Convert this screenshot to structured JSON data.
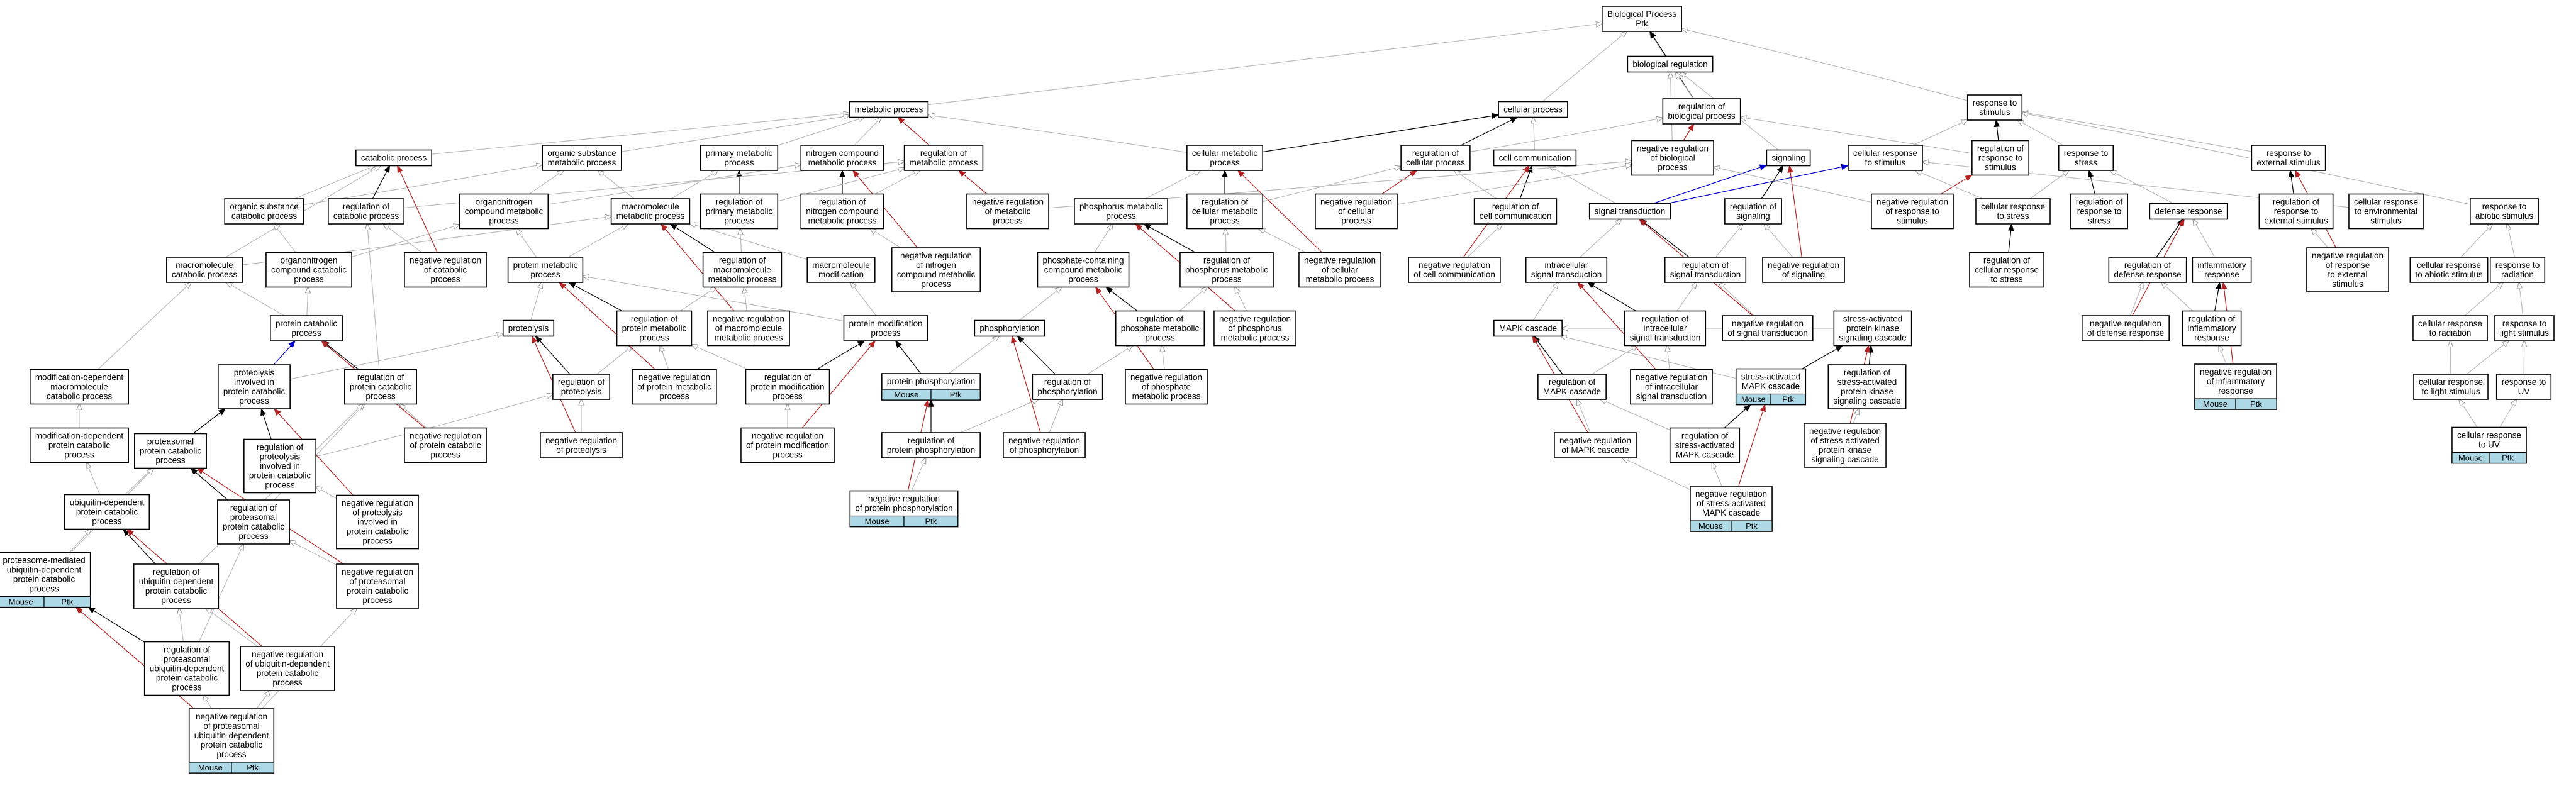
{
  "colors": {
    "is_a": "#bbbbbb",
    "part_of": "#000000",
    "negatively_regulates": "#b22222",
    "positively_regulates": "#0000cc",
    "tag_fill": "#add8e6"
  },
  "nodes": [
    {
      "id": "bp",
      "lines": [
        "Biological Process",
        "Ptk"
      ]
    },
    {
      "id": "breg",
      "lines": [
        "biological regulation"
      ]
    },
    {
      "id": "mp",
      "lines": [
        "metabolic process"
      ]
    },
    {
      "id": "cp",
      "lines": [
        "cellular process"
      ]
    },
    {
      "id": "rbp",
      "lines": [
        "regulation of",
        "biological process"
      ]
    },
    {
      "id": "rts",
      "lines": [
        "response to",
        "stimulus"
      ]
    },
    {
      "id": "catp",
      "lines": [
        "catabolic process"
      ]
    },
    {
      "id": "osmp",
      "lines": [
        "organic substance",
        "metabolic process"
      ]
    },
    {
      "id": "pmp",
      "lines": [
        "primary metabolic",
        "process"
      ]
    },
    {
      "id": "ncmp",
      "lines": [
        "nitrogen compound",
        "metabolic process"
      ]
    },
    {
      "id": "rmp",
      "lines": [
        "regulation of",
        "metabolic process"
      ]
    },
    {
      "id": "cmp",
      "lines": [
        "cellular metabolic",
        "process"
      ]
    },
    {
      "id": "rcp",
      "lines": [
        "regulation of",
        "cellular process"
      ]
    },
    {
      "id": "cc",
      "lines": [
        "cell communication"
      ]
    },
    {
      "id": "nrbp",
      "lines": [
        "negative regulation",
        "of biological",
        "process"
      ]
    },
    {
      "id": "sig",
      "lines": [
        "signaling"
      ]
    },
    {
      "id": "crs",
      "lines": [
        "cellular response",
        "to stimulus"
      ]
    },
    {
      "id": "rrs",
      "lines": [
        "regulation of",
        "response to",
        "stimulus"
      ]
    },
    {
      "id": "rtstress",
      "lines": [
        "response to",
        "stress"
      ]
    },
    {
      "id": "rtes",
      "lines": [
        "response to",
        "external stimulus"
      ]
    },
    {
      "id": "oscp",
      "lines": [
        "organic substance",
        "catabolic process"
      ]
    },
    {
      "id": "rcatp",
      "lines": [
        "regulation of",
        "catabolic process"
      ]
    },
    {
      "id": "onmp",
      "lines": [
        "organonitrogen",
        "compound metabolic",
        "process"
      ]
    },
    {
      "id": "mmp",
      "lines": [
        "macromolecule",
        "metabolic process"
      ]
    },
    {
      "id": "rpmp",
      "lines": [
        "regulation of",
        "primary metabolic",
        "process"
      ]
    },
    {
      "id": "rncmp",
      "lines": [
        "regulation of",
        "nitrogen compound",
        "metabolic process"
      ]
    },
    {
      "id": "nrmp",
      "lines": [
        "negative regulation",
        "of metabolic",
        "process"
      ]
    },
    {
      "id": "phmp",
      "lines": [
        "phosphorus metabolic",
        "process"
      ]
    },
    {
      "id": "rcmp",
      "lines": [
        "regulation of",
        "cellular metabolic",
        "process"
      ]
    },
    {
      "id": "nrcp",
      "lines": [
        "negative regulation",
        "of cellular",
        "process"
      ]
    },
    {
      "id": "rcc",
      "lines": [
        "regulation of",
        "cell communication"
      ]
    },
    {
      "id": "st",
      "lines": [
        "signal transduction"
      ]
    },
    {
      "id": "rsig",
      "lines": [
        "regulation of",
        "signaling"
      ]
    },
    {
      "id": "nrrs",
      "lines": [
        "negative regulation",
        "of response to",
        "stimulus"
      ]
    },
    {
      "id": "crtstress",
      "lines": [
        "cellular response",
        "to stress"
      ]
    },
    {
      "id": "rrtstress",
      "lines": [
        "regulation of",
        "response to",
        "stress"
      ]
    },
    {
      "id": "dr",
      "lines": [
        "defense response"
      ]
    },
    {
      "id": "rrtes",
      "lines": [
        "regulation of",
        "response to",
        "external stimulus"
      ]
    },
    {
      "id": "crtes",
      "lines": [
        "cellular response",
        "to environmental",
        "stimulus"
      ]
    },
    {
      "id": "rtas",
      "lines": [
        "response to",
        "abiotic stimulus"
      ]
    },
    {
      "id": "mcp",
      "lines": [
        "macromolecule",
        "catabolic process"
      ]
    },
    {
      "id": "occp",
      "lines": [
        "organonitrogen",
        "compound catabolic",
        "process"
      ]
    },
    {
      "id": "nrcatp",
      "lines": [
        "negative regulation",
        "of catabolic",
        "process"
      ]
    },
    {
      "id": "protmp",
      "lines": [
        "protein metabolic",
        "process"
      ]
    },
    {
      "id": "rmmp",
      "lines": [
        "regulation of",
        "macromolecule",
        "metabolic process"
      ]
    },
    {
      "id": "macmod",
      "lines": [
        "macromolecule",
        "modification"
      ]
    },
    {
      "id": "nrncmp",
      "lines": [
        "negative regulation",
        "of nitrogen",
        "compound metabolic",
        "process"
      ]
    },
    {
      "id": "pcmp",
      "lines": [
        "phosphate-containing",
        "compound metabolic",
        "process"
      ]
    },
    {
      "id": "rphmp",
      "lines": [
        "regulation of",
        "phosphorus metabolic",
        "process"
      ]
    },
    {
      "id": "nrcmp",
      "lines": [
        "negative regulation",
        "of cellular",
        "metabolic process"
      ]
    },
    {
      "id": "nrcc",
      "lines": [
        "negative regulation",
        "of cell communication"
      ]
    },
    {
      "id": "ist",
      "lines": [
        "intracellular",
        "signal transduction"
      ]
    },
    {
      "id": "rst",
      "lines": [
        "regulation of",
        "signal transduction"
      ]
    },
    {
      "id": "nrsig",
      "lines": [
        "negative regulation",
        "of signaling"
      ]
    },
    {
      "id": "rcrtstress",
      "lines": [
        "regulation of",
        "cellular response",
        "to stress"
      ]
    },
    {
      "id": "rdr",
      "lines": [
        "regulation of",
        "defense response"
      ]
    },
    {
      "id": "ir",
      "lines": [
        "inflammatory",
        "response"
      ]
    },
    {
      "id": "nrrtes",
      "lines": [
        "negative regulation",
        "of response",
        "to external",
        "stimulus"
      ]
    },
    {
      "id": "crtas",
      "lines": [
        "cellular response",
        "to abiotic stimulus"
      ]
    },
    {
      "id": "rtrad",
      "lines": [
        "response to",
        "radiation"
      ]
    },
    {
      "id": "pcatp",
      "lines": [
        "protein catabolic",
        "process"
      ]
    },
    {
      "id": "proteolysis",
      "lines": [
        "proteolysis"
      ]
    },
    {
      "id": "rprotmp",
      "lines": [
        "regulation of",
        "protein metabolic",
        "process"
      ]
    },
    {
      "id": "nrmmp",
      "lines": [
        "negative regulation",
        "of macromolecule",
        "metabolic process"
      ]
    },
    {
      "id": "protmod",
      "lines": [
        "protein modification",
        "process"
      ]
    },
    {
      "id": "phos",
      "lines": [
        "phosphorylation"
      ]
    },
    {
      "id": "rpcmp",
      "lines": [
        "regulation of",
        "phosphate metabolic",
        "process"
      ]
    },
    {
      "id": "nrphmp",
      "lines": [
        "negative regulation",
        "of phosphorus",
        "metabolic process"
      ]
    },
    {
      "id": "mapk",
      "lines": [
        "MAPK cascade"
      ]
    },
    {
      "id": "rist",
      "lines": [
        "regulation of",
        "intracellular",
        "signal transduction"
      ]
    },
    {
      "id": "nrst",
      "lines": [
        "negative regulation",
        "of signal transduction"
      ]
    },
    {
      "id": "sapk",
      "lines": [
        "stress-activated",
        "protein kinase",
        "signaling cascade"
      ]
    },
    {
      "id": "nrdr",
      "lines": [
        "negative regulation",
        "of defense response"
      ]
    },
    {
      "id": "rir",
      "lines": [
        "regulation of",
        "inflammatory",
        "response"
      ]
    },
    {
      "id": "crtrad",
      "lines": [
        "cellular response",
        "to radiation"
      ]
    },
    {
      "id": "rtls",
      "lines": [
        "response to",
        "light stimulus"
      ]
    },
    {
      "id": "mdpcp",
      "lines": [
        "modification-dependent",
        "macromolecule",
        "catabolic process"
      ]
    },
    {
      "id": "pipcp",
      "lines": [
        "proteolysis",
        "involved in",
        "protein catabolic",
        "process"
      ]
    },
    {
      "id": "rpcatp",
      "lines": [
        "regulation of",
        "protein catabolic",
        "process"
      ]
    },
    {
      "id": "rprot",
      "lines": [
        "regulation of",
        "proteolysis"
      ]
    },
    {
      "id": "nrprotmp",
      "lines": [
        "negative regulation",
        "of protein metabolic",
        "process"
      ]
    },
    {
      "id": "rprotmod",
      "lines": [
        "regulation of",
        "protein modification",
        "process"
      ]
    },
    {
      "id": "protphos",
      "lines": [
        "protein phosphorylation"
      ],
      "tags": [
        "Mouse",
        "Ptk"
      ]
    },
    {
      "id": "rphos",
      "lines": [
        "regulation of",
        "phosphorylation"
      ]
    },
    {
      "id": "nrpcmp",
      "lines": [
        "negative regulation",
        "of phosphate",
        "metabolic process"
      ]
    },
    {
      "id": "rmapk",
      "lines": [
        "regulation of",
        "MAPK cascade"
      ]
    },
    {
      "id": "nrist",
      "lines": [
        "negative regulation",
        "of intracellular",
        "signal transduction"
      ]
    },
    {
      "id": "samapk",
      "lines": [
        "stress-activated",
        "MAPK cascade"
      ],
      "tags": [
        "Mouse",
        "Ptk"
      ]
    },
    {
      "id": "rsapk",
      "lines": [
        "regulation of",
        "stress-activated",
        "protein kinase",
        "signaling cascade"
      ]
    },
    {
      "id": "nrir",
      "lines": [
        "negative regulation",
        "of inflammatory",
        "response"
      ],
      "tags": [
        "Mouse",
        "Ptk"
      ]
    },
    {
      "id": "crtls",
      "lines": [
        "cellular response",
        "to light stimulus"
      ]
    },
    {
      "id": "rtuv",
      "lines": [
        "response to",
        "UV"
      ]
    },
    {
      "id": "mdpcp2",
      "lines": [
        "modification-dependent",
        "protein catabolic",
        "process"
      ]
    },
    {
      "id": "ppcp",
      "lines": [
        "proteasomal",
        "protein catabolic",
        "process"
      ]
    },
    {
      "id": "rpipcp",
      "lines": [
        "regulation of",
        "proteolysis",
        "involved in",
        "protein catabolic",
        "process"
      ]
    },
    {
      "id": "nrpcatp",
      "lines": [
        "negative regulation",
        "of protein catabolic",
        "process"
      ]
    },
    {
      "id": "nrprot",
      "lines": [
        "negative regulation",
        "of proteolysis"
      ]
    },
    {
      "id": "nrprotmod",
      "lines": [
        "negative regulation",
        "of protein modification",
        "process"
      ]
    },
    {
      "id": "rprotphos",
      "lines": [
        "regulation of",
        "protein phosphorylation"
      ]
    },
    {
      "id": "nrphos",
      "lines": [
        "negative regulation",
        "of phosphorylation"
      ]
    },
    {
      "id": "nrmapk",
      "lines": [
        "negative regulation",
        "of MAPK cascade"
      ]
    },
    {
      "id": "rsamapk",
      "lines": [
        "regulation of",
        "stress-activated",
        "MAPK cascade"
      ]
    },
    {
      "id": "nrsapk",
      "lines": [
        "negative regulation",
        "of stress-activated",
        "protein kinase",
        "signaling cascade"
      ]
    },
    {
      "id": "crtuv",
      "lines": [
        "cellular response",
        "to UV"
      ],
      "tags": [
        "Mouse",
        "Ptk"
      ]
    },
    {
      "id": "udpcp",
      "lines": [
        "ubiquitin-dependent",
        "protein catabolic",
        "process"
      ]
    },
    {
      "id": "rppcp",
      "lines": [
        "regulation of",
        "proteasomal",
        "protein catabolic",
        "process"
      ]
    },
    {
      "id": "nrpipcp",
      "lines": [
        "negative regulation",
        "of proteolysis",
        "involved in",
        "protein catabolic",
        "process"
      ]
    },
    {
      "id": "nrprotphos",
      "lines": [
        "negative regulation",
        "of protein phosphorylation"
      ],
      "tags": [
        "Mouse",
        "Ptk"
      ]
    },
    {
      "id": "nrsamapk",
      "lines": [
        "negative regulation",
        "of stress-activated",
        "MAPK cascade"
      ],
      "tags": [
        "Mouse",
        "Ptk"
      ]
    },
    {
      "id": "pmudpcp",
      "lines": [
        "proteasome-mediated",
        "ubiquitin-dependent",
        "protein catabolic",
        "process"
      ],
      "tags": [
        "Mouse",
        "Ptk"
      ]
    },
    {
      "id": "rudpcp",
      "lines": [
        "regulation of",
        "ubiquitin-dependent",
        "protein catabolic",
        "process"
      ]
    },
    {
      "id": "nrppcp",
      "lines": [
        "negative regulation",
        "of proteasomal",
        "protein catabolic",
        "process"
      ]
    },
    {
      "id": "rpudpcp",
      "lines": [
        "regulation of",
        "proteasomal",
        "ubiquitin-dependent",
        "protein catabolic",
        "process"
      ]
    },
    {
      "id": "nrudpcp",
      "lines": [
        "negative regulation",
        "of ubiquitin-dependent",
        "protein catabolic",
        "process"
      ]
    },
    {
      "id": "nrpudpcp",
      "lines": [
        "negative regulation",
        "of proteasomal",
        "ubiquitin-dependent",
        "protein catabolic",
        "process"
      ],
      "tags": [
        "Mouse",
        "Ptk"
      ]
    }
  ]
}
